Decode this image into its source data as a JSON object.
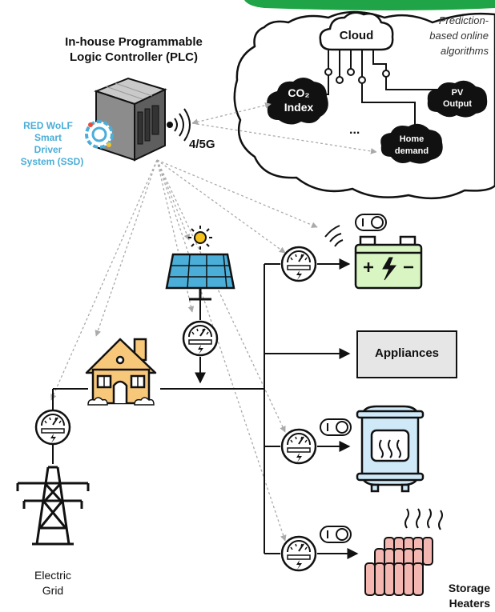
{
  "plc": {
    "title_line1": "In-house Programmable",
    "title_line2": "Logic Controller (PLC)",
    "ssd_line1": "RED WoLF",
    "ssd_line2": "Smart",
    "ssd_line3": "Driver",
    "ssd_line4": "System (SSD)",
    "network": "4/5G"
  },
  "cloud": {
    "title": "Cloud",
    "algo_line1": "Prediction-",
    "algo_line2": "based online",
    "algo_line3": "algorithms",
    "co2_line1": "CO₂",
    "co2_line2": "Index",
    "pv_line1": "PV",
    "pv_line2": "Output",
    "ellipsis": "...",
    "home_line1": "Home",
    "home_line2": "demand"
  },
  "loads": {
    "appliances": "Appliances",
    "storage_line1": "Storage",
    "storage_line2": "Heaters"
  },
  "grid": {
    "line1": "Electric",
    "line2": "Grid"
  },
  "colors": {
    "ssd_text": "#4aaed8",
    "cloud_banner": "#1fa447",
    "battery_fill": "#d8f5c2",
    "tank_fill": "#cfe9f8",
    "heater_fill": "#f4b6b0",
    "house_fill": "#f8c87a",
    "appliance_fill": "#e6e6e6"
  }
}
